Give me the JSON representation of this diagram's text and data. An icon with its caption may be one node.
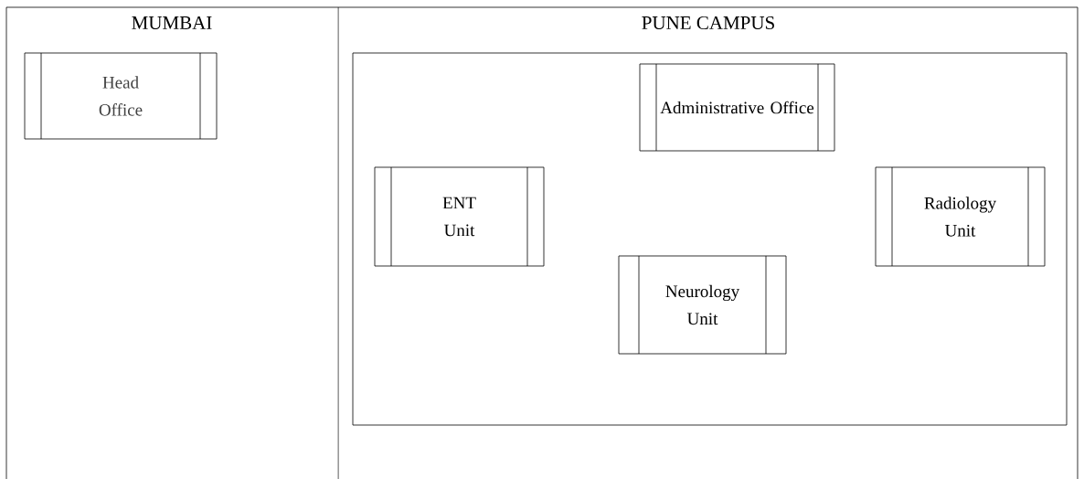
{
  "diagram": {
    "nodes": [
      {
        "text": [
          "Head Office"
        ]
      },
      {
        "text": [],
        "shape": "box"
      },
      {
        "text": [
          "Administrative Office"
        ],
        "in": 1
      },
      {
        "text": [
          "ENT Unit"
        ],
        "in": 1
      },
      {
        "text": [
          "Radiology Unit"
        ],
        "in": 1
      },
      {
        "text": [
          "Neurology Unit"
        ],
        "in": 1
      }
    ],
    "labels": [
      "MUMBAI",
      "PUNE CAMPUS"
    ]
  }
}
